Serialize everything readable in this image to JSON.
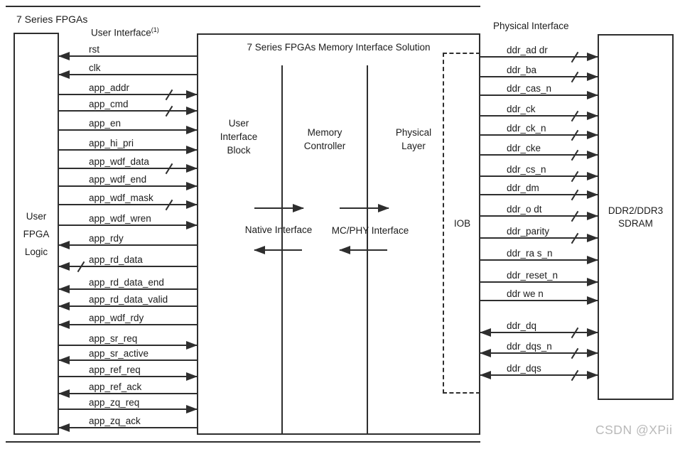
{
  "labels": {
    "top_left": "7 Series FPGAs",
    "user_interface": "User Interface",
    "user_interface_note": "(1)",
    "physical_interface": "Physical Interface",
    "solution_title": "7 Series FPGAs Memory Interface Solution",
    "native_interface": "Native Interface",
    "mc_phy_interface": "MC/PHY Interface",
    "iob": "IOB",
    "watermark": "CSDN @XPii"
  },
  "blocks": {
    "user_fpga_logic": {
      "lines": [
        "User",
        "FPGA",
        "Logic"
      ]
    },
    "user_interface_block": {
      "lines": [
        "User",
        "Interface",
        "Block"
      ]
    },
    "memory_controller": {
      "lines": [
        "Memory",
        "Controller"
      ]
    },
    "physical_layer": {
      "lines": [
        "Physical",
        "Layer"
      ]
    },
    "ddr_sdram": {
      "lines": [
        "DDR2/DDR3",
        "SDRAM"
      ]
    }
  },
  "left_signals": [
    {
      "name": "rst",
      "dir": "left",
      "slash": false
    },
    {
      "name": "clk",
      "dir": "left",
      "slash": false
    },
    {
      "name": "app_addr",
      "dir": "right",
      "slash": true
    },
    {
      "name": "app_cmd",
      "dir": "right",
      "slash": true
    },
    {
      "name": "app_en",
      "dir": "right",
      "slash": false
    },
    {
      "name": "app_hi_pri",
      "dir": "right",
      "slash": false
    },
    {
      "name": "app_wdf_data",
      "dir": "right",
      "slash": true
    },
    {
      "name": "app_wdf_end",
      "dir": "right",
      "slash": false
    },
    {
      "name": "app_wdf_mask",
      "dir": "right",
      "slash": true
    },
    {
      "name": "app_wdf_wren",
      "dir": "right",
      "slash": false
    },
    {
      "name": "app_rdy",
      "dir": "left",
      "slash": false
    },
    {
      "name": "app_rd_data",
      "dir": "left",
      "slash": true
    },
    {
      "name": "app_rd_data_end",
      "dir": "left",
      "slash": false
    },
    {
      "name": "app_rd_data_valid",
      "dir": "left",
      "slash": false
    },
    {
      "name": "app_wdf_rdy",
      "dir": "left",
      "slash": false
    },
    {
      "name": "app_sr_req",
      "dir": "right",
      "slash": false
    },
    {
      "name": "app_sr_active",
      "dir": "left",
      "slash": false
    },
    {
      "name": "app_ref_req",
      "dir": "right",
      "slash": false
    },
    {
      "name": "app_ref_ack",
      "dir": "left",
      "slash": false
    },
    {
      "name": "app_zq_req",
      "dir": "right",
      "slash": false
    },
    {
      "name": "app_zq_ack",
      "dir": "left",
      "slash": false
    }
  ],
  "right_signals": [
    {
      "name": "ddr_ad dr",
      "dir": "right",
      "slash": true
    },
    {
      "name": "ddr_ba",
      "dir": "right",
      "slash": true
    },
    {
      "name": "ddr_cas_n",
      "dir": "right",
      "slash": false
    },
    {
      "name": "ddr_ck",
      "dir": "right",
      "slash": true
    },
    {
      "name": "ddr_ck_n",
      "dir": "right",
      "slash": true
    },
    {
      "name": "ddr_cke",
      "dir": "right",
      "slash": true
    },
    {
      "name": "ddr_cs_n",
      "dir": "right",
      "slash": true
    },
    {
      "name": "ddr_dm",
      "dir": "right",
      "slash": true
    },
    {
      "name": "ddr_o dt",
      "dir": "right",
      "slash": true
    },
    {
      "name": "ddr_parity",
      "dir": "right",
      "slash": true
    },
    {
      "name": "ddr_ra s_n",
      "dir": "right",
      "slash": false
    },
    {
      "name": "ddr_reset_n",
      "dir": "right",
      "slash": false
    },
    {
      "name": "ddr we n",
      "dir": "right",
      "slash": false
    },
    {
      "name": "ddr_dq",
      "dir": "both",
      "slash": true
    },
    {
      "name": "ddr_dqs_n",
      "dir": "both",
      "slash": true
    },
    {
      "name": "ddr_dqs",
      "dir": "both",
      "slash": true
    }
  ],
  "colors": {
    "line": "#2e2e2e",
    "text": "#1c1c1c",
    "watermark": "#b9b9b9",
    "background": "#ffffff"
  }
}
